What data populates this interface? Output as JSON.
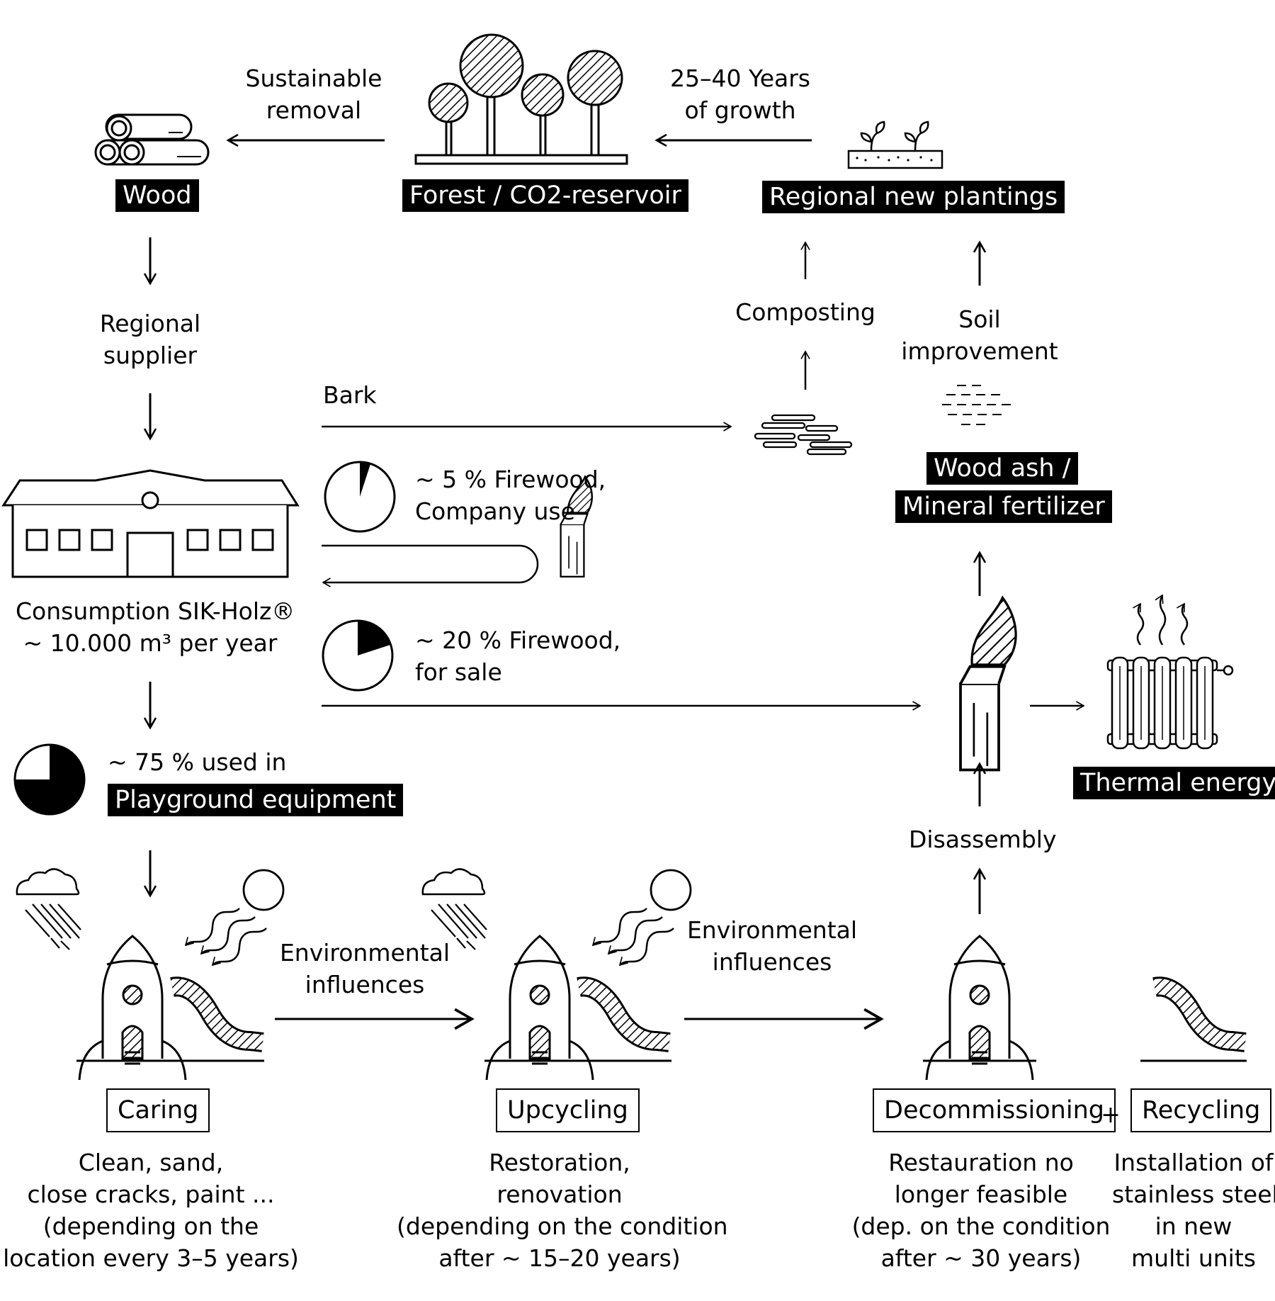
{
  "top": {
    "wood": "Wood",
    "forest": "Forest / CO2-reservoir",
    "plantings": "Regional new plantings",
    "removal": [
      "Sustainable",
      "removal"
    ],
    "growth": [
      "25–40 Years",
      "of growth"
    ]
  },
  "left": {
    "supplier": [
      "Regional",
      "supplier"
    ],
    "consumption": [
      "Consumption SIK-Holz®",
      "~ 10.000 m³ per year"
    ],
    "playground_prefix": "~ 75 % used in",
    "playground_label": "Playground equipment",
    "playground_share": 0.75
  },
  "middle": {
    "bark": "Bark",
    "firewood_company": [
      "~ 5 % Firewood,",
      "Company use"
    ],
    "firewood_company_share": 0.05,
    "firewood_sale": [
      "~ 20 % Firewood,",
      "for sale"
    ],
    "firewood_sale_share": 0.2
  },
  "right": {
    "composting": "Composting",
    "soil": [
      "Soil",
      "improvement"
    ],
    "ash": [
      "Wood ash /",
      "Mineral fertilizer"
    ],
    "thermal": "Thermal energy",
    "disassembly": "Disassembly"
  },
  "bottom": {
    "env1": [
      "Environmental",
      "influences"
    ],
    "env2": [
      "Environmental",
      "influences"
    ],
    "plus": "+",
    "stages": [
      {
        "label": "Caring",
        "desc": [
          "Clean, sand,",
          "close cracks, paint ...",
          "(depending on the",
          "location every 3–5 years)"
        ]
      },
      {
        "label": "Upcycling",
        "desc": [
          "Restoration,",
          "renovation",
          "(depending on the condition",
          "after ~ 15–20 years)"
        ]
      },
      {
        "label": "Decommissioning",
        "desc": [
          "Restauration no",
          "longer feasible",
          "(dep. on the condition",
          "after ~ 30 years)"
        ]
      },
      {
        "label": "Recycling",
        "desc": [
          "Installation of",
          "stainless steel",
          "in new",
          "multi units"
        ]
      }
    ]
  },
  "colors": {
    "ink": "#000000",
    "paper": "#ffffff"
  }
}
